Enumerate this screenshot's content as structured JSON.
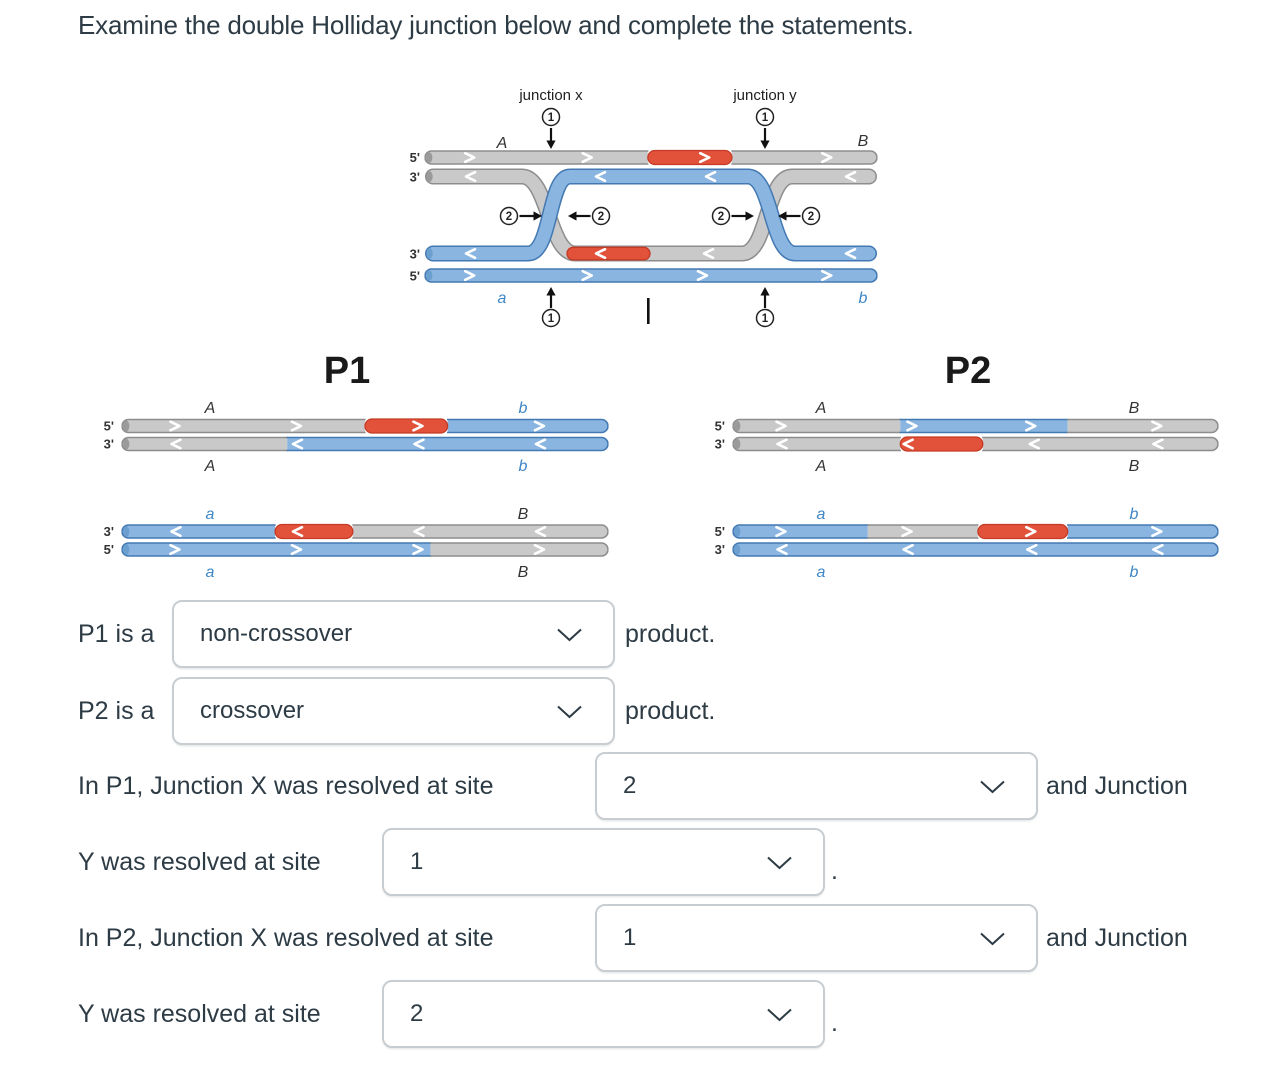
{
  "title": "Examine the double Holliday junction below and complete the statements.",
  "palette": {
    "gray": "#c9c9c9",
    "grayBorder": "#8d8d8d",
    "grayCap": "#9a9a9a",
    "blue": "#8ab5e1",
    "blueBorder": "#4379b2",
    "blueCap": "#6b9fd0",
    "red": "#e2523b",
    "redBorder": "#c43a24",
    "labelBlue": "#3e86c6",
    "textDark": "#2d3b45",
    "dropdownBorder": "#c7cdd1"
  },
  "junction": {
    "label_x": "junction x",
    "label_y": "junction y",
    "num1": "1",
    "num2": "2",
    "ends": [
      "5'",
      "3'",
      "3'",
      "5'"
    ],
    "A": "A",
    "B": "B",
    "a": "a",
    "b": "b",
    "strand1_segments": [
      [
        "gray",
        0,
        0.493
      ],
      [
        "red",
        0.493,
        0.679
      ],
      [
        "gray",
        0.679,
        1
      ]
    ],
    "strand1_chevrons": [
      0.1,
      0.36,
      0.62,
      0.89
    ],
    "strand4_chevrons": [
      0.1,
      0.36,
      0.615,
      0.89
    ]
  },
  "p1": {
    "title": "P1",
    "duplexes": [
      {
        "end_left_top": "5'",
        "end_left_bottom": "3'",
        "label_above_left": "A",
        "label_above_right": "b",
        "label_below_left": "A",
        "label_below_right": "b",
        "top": {
          "dir": "right",
          "segments": [
            [
              "gray",
              0,
              0.5
            ],
            [
              "red",
              0.5,
              0.67
            ],
            [
              "blue",
              0.67,
              1
            ]
          ],
          "chevrons": [
            0.11,
            0.36,
            0.61,
            0.86
          ]
        },
        "bottom": {
          "dir": "left",
          "segments": [
            [
              "gray",
              0,
              0.34
            ],
            [
              "blue",
              0.34,
              1
            ]
          ],
          "chevrons": [
            0.11,
            0.36,
            0.61,
            0.86
          ]
        }
      },
      {
        "end_left_top": "3'",
        "end_left_bottom": "5'",
        "label_above_left": "a",
        "label_above_right": "B",
        "label_below_left": "a",
        "label_below_right": "B",
        "top": {
          "dir": "left",
          "segments": [
            [
              "blue",
              0,
              0.315
            ],
            [
              "red",
              0.315,
              0.475
            ],
            [
              "gray",
              0.475,
              1
            ]
          ],
          "chevrons": [
            0.11,
            0.36,
            0.61,
            0.86
          ]
        },
        "bottom": {
          "dir": "right",
          "segments": [
            [
              "blue",
              0,
              0.635
            ],
            [
              "gray",
              0.635,
              1
            ]
          ],
          "chevrons": [
            0.11,
            0.36,
            0.61,
            0.86
          ]
        }
      }
    ]
  },
  "p2": {
    "title": "P2",
    "duplexes": [
      {
        "end_left_top": "5'",
        "end_left_bottom": "3'",
        "label_above_left": "A",
        "label_above_right": "B",
        "label_below_left": "A",
        "label_below_right": "B",
        "top": {
          "dir": "right",
          "segments": [
            [
              "gray",
              0,
              0.345
            ],
            [
              "blue",
              0.345,
              0.69
            ],
            [
              "gray",
              0.69,
              1
            ]
          ],
          "chevrons": [
            0.1,
            0.37,
            0.615,
            0.875
          ]
        },
        "bottom": {
          "dir": "left",
          "segments": [
            [
              "gray",
              0,
              0.345
            ],
            [
              "red",
              0.345,
              0.515
            ],
            [
              "gray",
              0.515,
              1
            ]
          ],
          "chevrons": [
            0.1,
            0.36,
            0.62,
            0.875
          ]
        }
      },
      {
        "end_left_top": "5'",
        "end_left_bottom": "3'",
        "label_above_left": "a",
        "label_above_right": "b",
        "label_below_left": "a",
        "label_below_right": "b",
        "top": {
          "dir": "right",
          "segments": [
            [
              "blue",
              0,
              0.278
            ],
            [
              "gray",
              0.278,
              0.505
            ],
            [
              "red",
              0.505,
              0.69
            ],
            [
              "blue",
              0.69,
              1
            ]
          ],
          "chevrons": [
            0.1,
            0.36,
            0.615,
            0.875
          ]
        },
        "bottom": {
          "dir": "left",
          "segments": [
            [
              "blue",
              0,
              1
            ]
          ],
          "chevrons": [
            0.1,
            0.36,
            0.615,
            0.875
          ]
        }
      }
    ]
  },
  "statements": [
    {
      "prefix": "P1 is a",
      "value": "non-crossover",
      "suffix": "product."
    },
    {
      "prefix": "P2 is a",
      "value": "crossover",
      "suffix": "product."
    },
    {
      "prefix": "In P1, Junction X was resolved at site",
      "value": "2",
      "suffix": "and Junction"
    },
    {
      "prefix": "Y was resolved at site",
      "value": "1",
      "suffix": "."
    },
    {
      "prefix": "In P2, Junction X was resolved at site",
      "value": "1",
      "suffix": "and Junction"
    },
    {
      "prefix": "Y was resolved at site",
      "value": "2",
      "suffix": "."
    }
  ]
}
